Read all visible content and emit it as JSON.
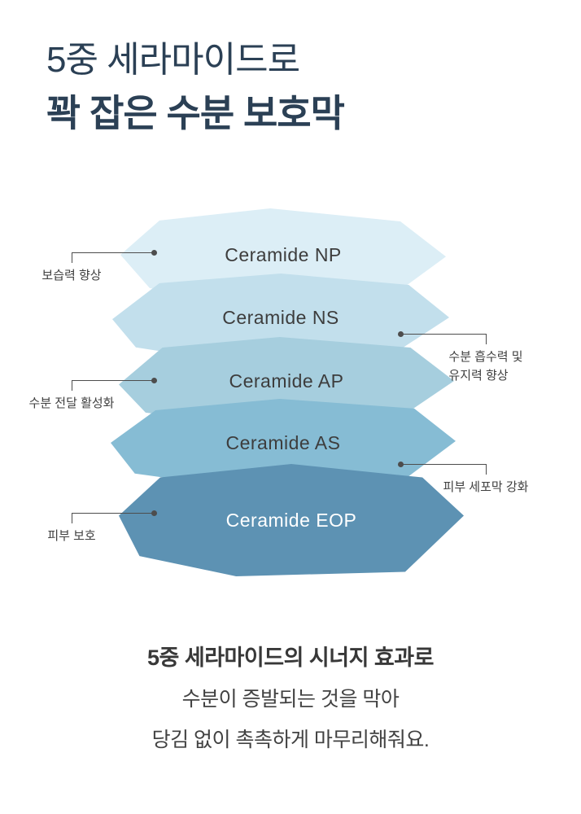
{
  "title": {
    "line1": "5중 세라마이드로",
    "line2": "꽉 잡은 수분 보호막",
    "color": "#2b4055"
  },
  "diagram": {
    "layers": [
      {
        "name": "Ceramide NP",
        "color": "#dceef6",
        "text_color": "#3d3d3d"
      },
      {
        "name": "Ceramide NS",
        "color": "#c2dfec",
        "text_color": "#3d3d3d"
      },
      {
        "name": "Ceramide AP",
        "color": "#a6cede",
        "text_color": "#3d3d3d"
      },
      {
        "name": "Ceramide AS",
        "color": "#86bcd4",
        "text_color": "#3d3d3d"
      },
      {
        "name": "Ceramide EOP",
        "color": "#5d92b3",
        "text_color": "#ffffff"
      }
    ],
    "callouts": [
      {
        "side": "left",
        "label": "보습력 향상"
      },
      {
        "side": "right",
        "label_line1": "수분 흡수력 및",
        "label_line2": "유지력 향상"
      },
      {
        "side": "left",
        "label": "수분 전달 활성화"
      },
      {
        "side": "right",
        "label": "피부 세포막 강화"
      },
      {
        "side": "left",
        "label": "피부 보호"
      }
    ],
    "line_color": "#4d4d4d"
  },
  "footer": {
    "line1": "5중 세라마이드의 시너지 효과로",
    "line2": "수분이 증발되는 것을 막아",
    "line3": "당김 없이 촉촉하게 마무리해줘요."
  }
}
